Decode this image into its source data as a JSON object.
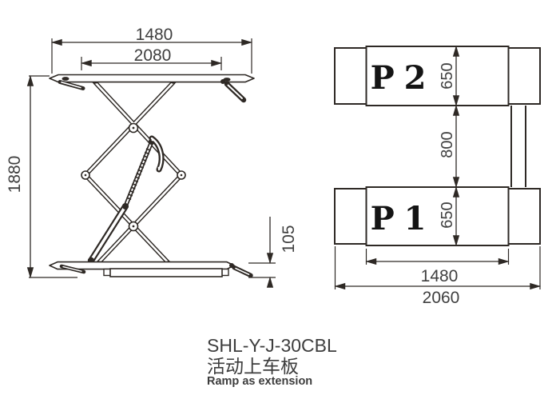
{
  "side_view": {
    "width_top": "1480",
    "platform_length": "2080",
    "raised_height": "1880",
    "lowered_height": "105"
  },
  "top_view": {
    "p2_label": "P 2",
    "p1_label": "P 1",
    "p2_width": "650",
    "center_gap": "800",
    "p1_width": "650",
    "platform_span": "1480",
    "overall_length": "2060"
  },
  "caption": {
    "model": "SHL-Y-J-30CBL",
    "subtitle_cn": "活动上车板",
    "subtitle_en": "Ramp as extension"
  },
  "colors": {
    "line": "#2e2925",
    "dimension_text": "#3f3f3f",
    "label_text": "#141414",
    "background": "#ffffff"
  }
}
